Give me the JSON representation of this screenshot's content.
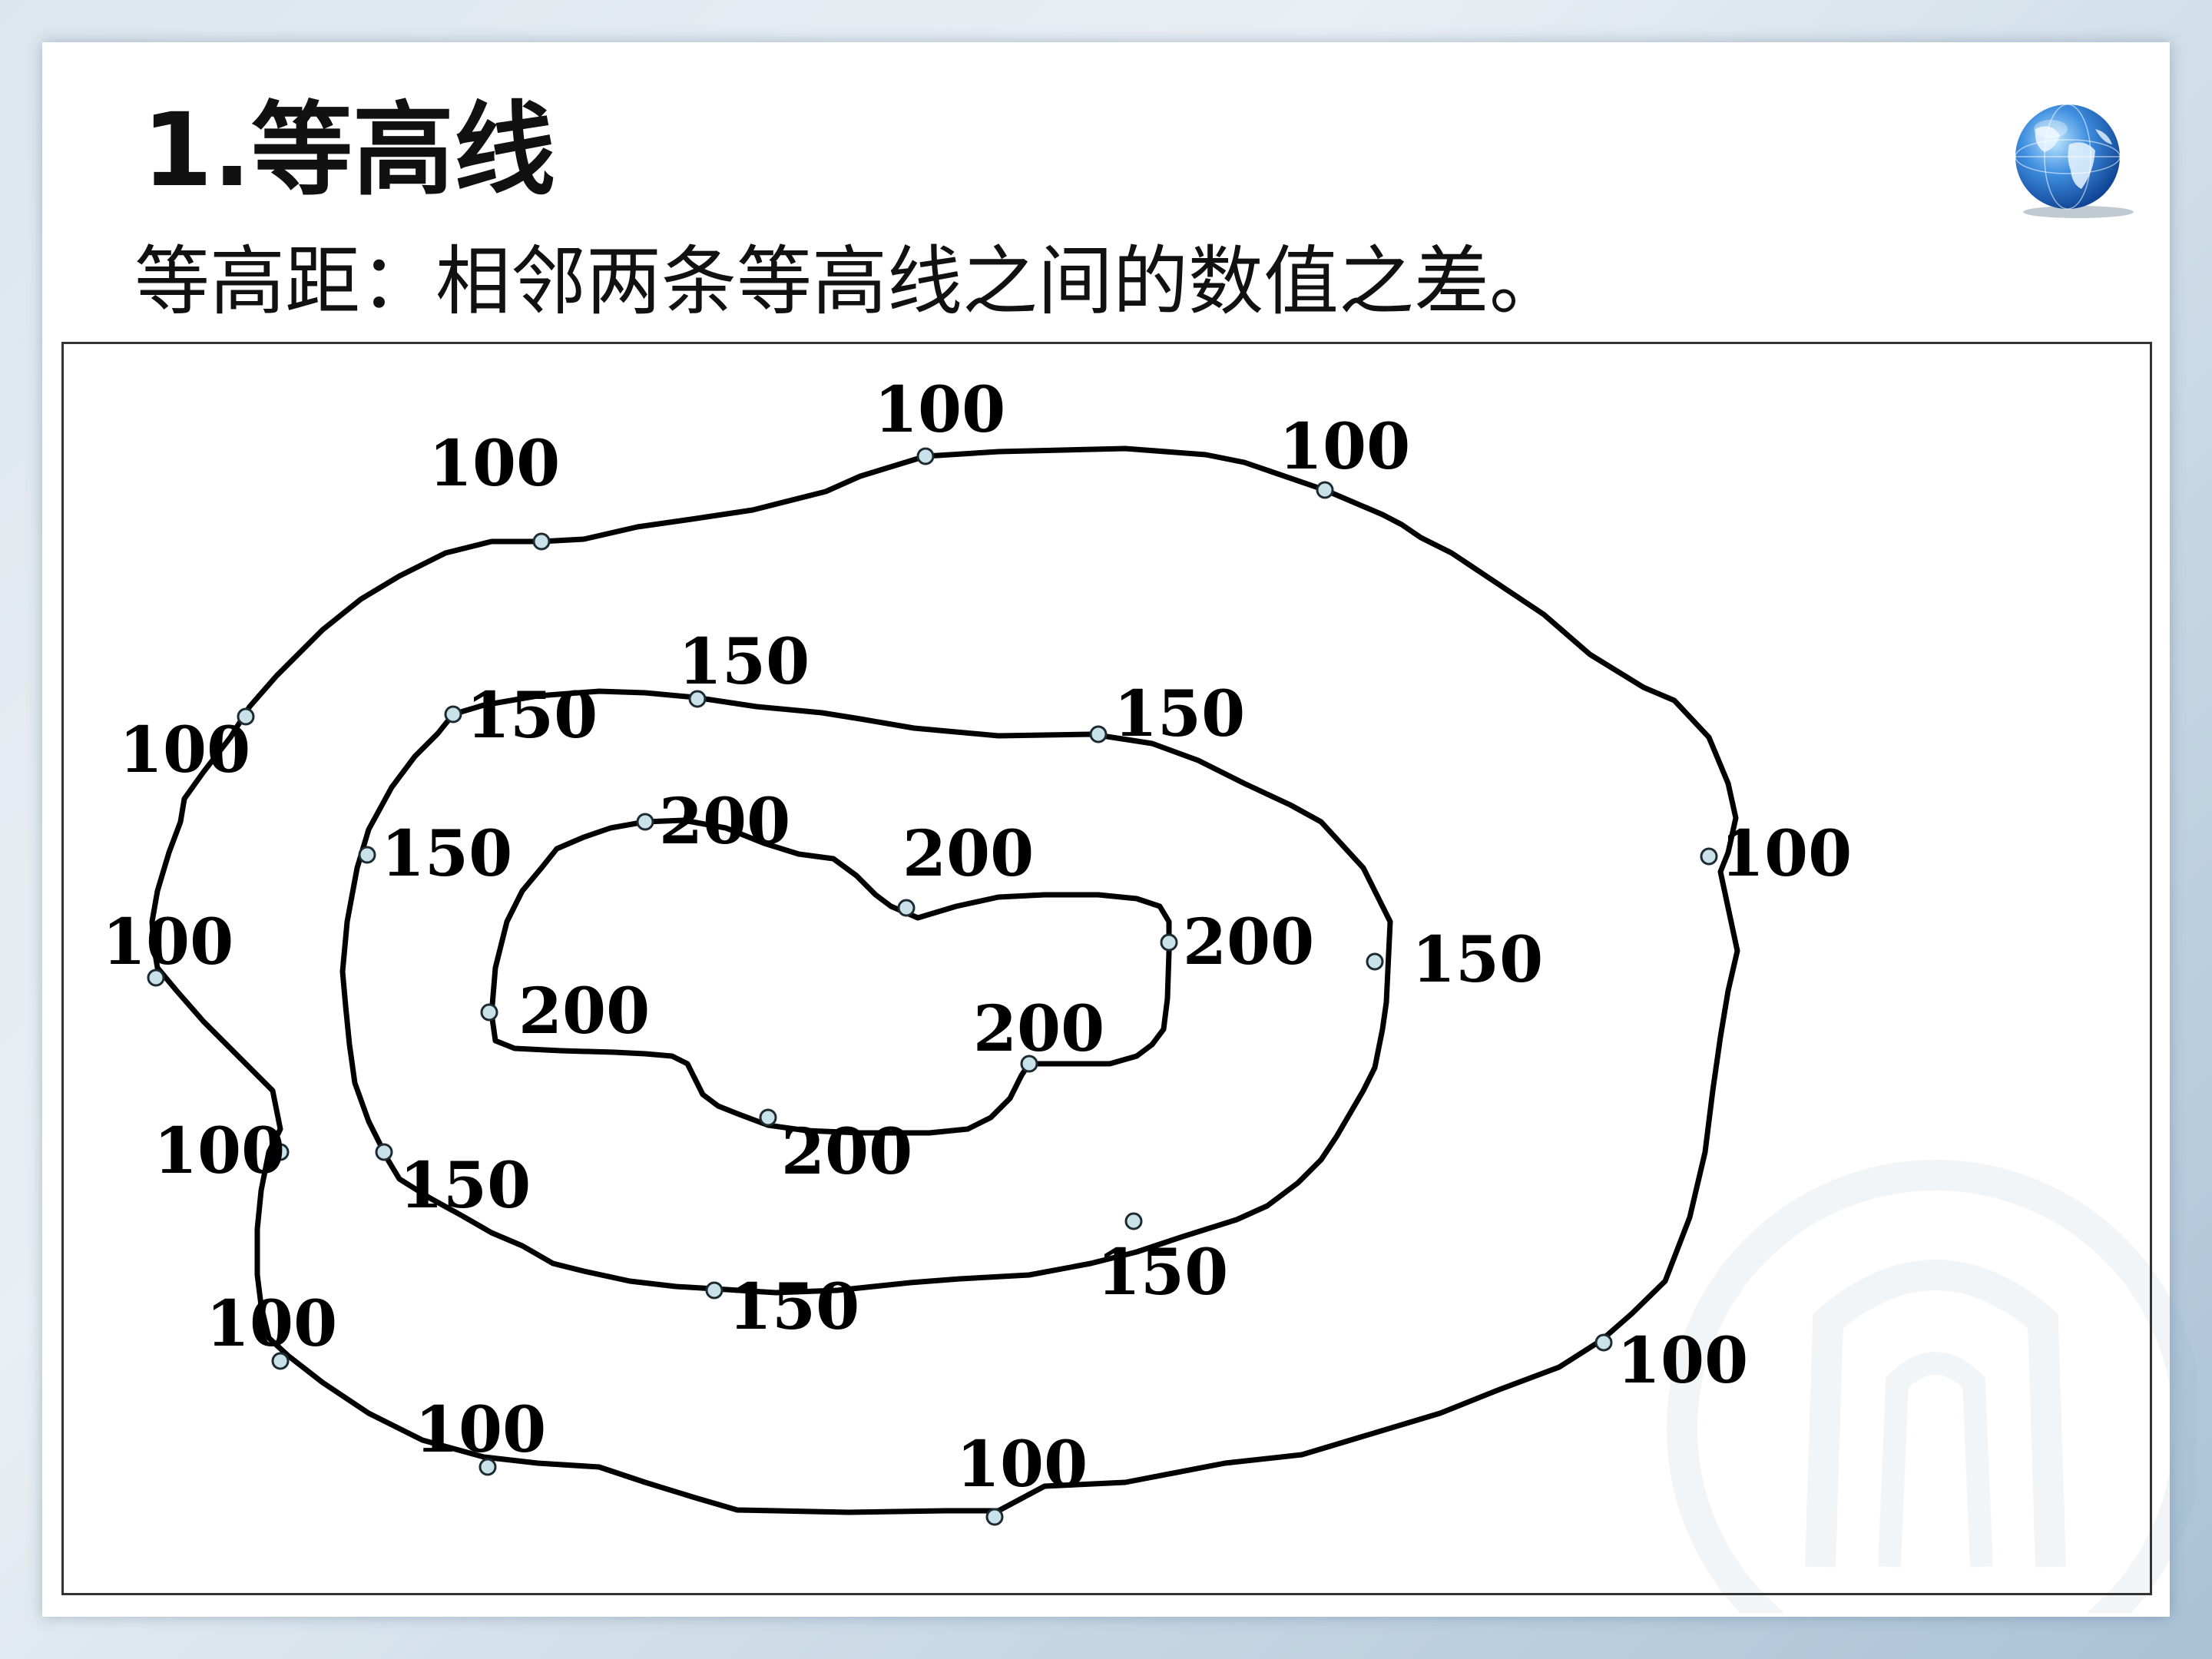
{
  "slide": {
    "title": "1.等高线",
    "subtitle": "等高距：相邻两条等高线之间的数值之差。",
    "globe_icon": "globe-icon",
    "watermark_icon": "school-emblem-watermark"
  },
  "contour_map": {
    "labels": {
      "l100_top": "100",
      "l100_top_left": "100",
      "l100_top_right": "100",
      "l100_left_upper": "100",
      "l100_left": "100",
      "l100_left_lower": "100",
      "l100_bottom_left": "100",
      "l100_bottom_left2": "100",
      "l100_bottom": "100",
      "l100_bottom_right": "100",
      "l100_right": "100",
      "l150_top": "150",
      "l150_top_left": "150",
      "l150_top_right": "150",
      "l150_left": "150",
      "l150_right": "150",
      "l150_bottom_left": "150",
      "l150_bottom": "150",
      "l150_bottom_right": "150",
      "l200_top": "200",
      "l200_mid": "200",
      "l200_right": "200",
      "l200_left": "200",
      "l200_lower_right": "200",
      "l200_bottom": "200"
    },
    "colors": {
      "line": "#000000",
      "marker_fill": "#c9e2ea"
    }
  }
}
